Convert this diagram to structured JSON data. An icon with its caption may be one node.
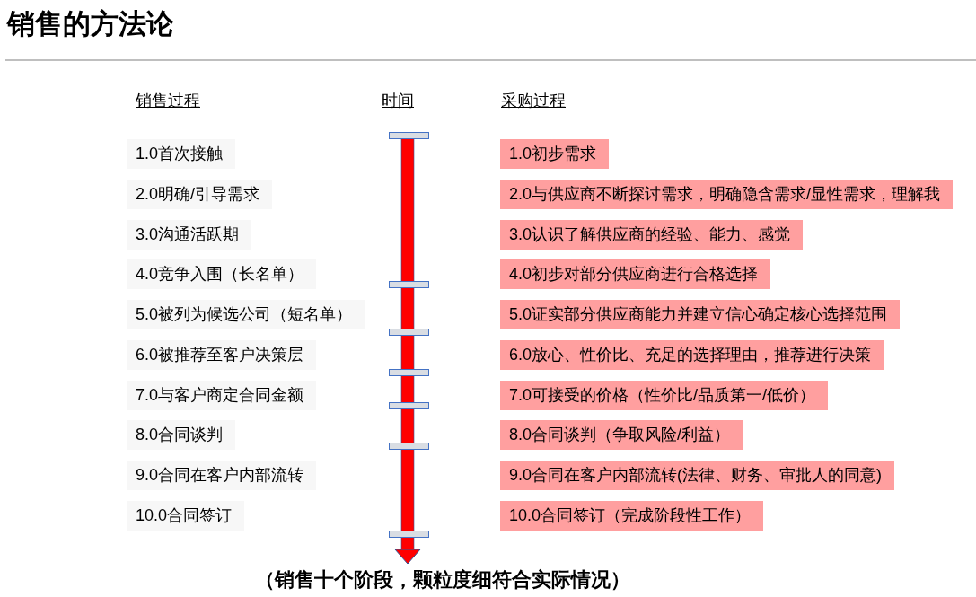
{
  "diagram": {
    "title": "销售的方法论",
    "caption": "（销售十个阶段，颗粒度细符合实际情况）",
    "nodes": [
      {
        "text": [
          "1.0首次接触"
        ]
      },
      {
        "text": [
          "2.0明确/引导需求"
        ]
      },
      {
        "text": [
          "3.0沟通活跃期"
        ]
      },
      {
        "text": [
          "4.0竞争入围（长名单）"
        ]
      },
      {
        "text": [
          "5.0被列为候选公司（短名单）"
        ]
      },
      {
        "text": [
          "6.0被推荐至客户决策层"
        ]
      },
      {
        "text": [
          "7.0与客户商定合同金额"
        ]
      },
      {
        "text": [
          "8.0合同谈判"
        ]
      },
      {
        "text": [
          "9.0合同在客户内部流转"
        ]
      },
      {
        "text": [
          "10.0合同签订"
        ]
      },
      {
        "text": [
          "1.0初步需求"
        ]
      },
      {
        "text": [
          "2.0与供应商不断探讨需求，明确隐含需求/显性需求，理解我"
        ]
      },
      {
        "text": [
          "3.0认识了解供应商的经验、能力、感觉"
        ]
      },
      {
        "text": [
          "4.0初步对部分供应商进行合格选择"
        ]
      },
      {
        "text": [
          "5.0证实部分供应商能力并建立信心确定核心选择范围"
        ]
      },
      {
        "text": [
          "6.0放心、性价比、充足的选择理由，推荐进行决策"
        ]
      },
      {
        "text": [
          "7.0可接受的价格（性价比/品质第一/低价）"
        ]
      },
      {
        "text": [
          "8.0合同谈判（争取风险/利益）"
        ]
      },
      {
        "text": [
          "9.0合同在客户内部流转(法律、财务、审批人的同意)"
        ]
      },
      {
        "text": [
          "10.0合同签订（完成阶段性工作）"
        ]
      }
    ],
    "labels": [
      "销售过程",
      "时间",
      "采购过程"
    ]
  }
}
